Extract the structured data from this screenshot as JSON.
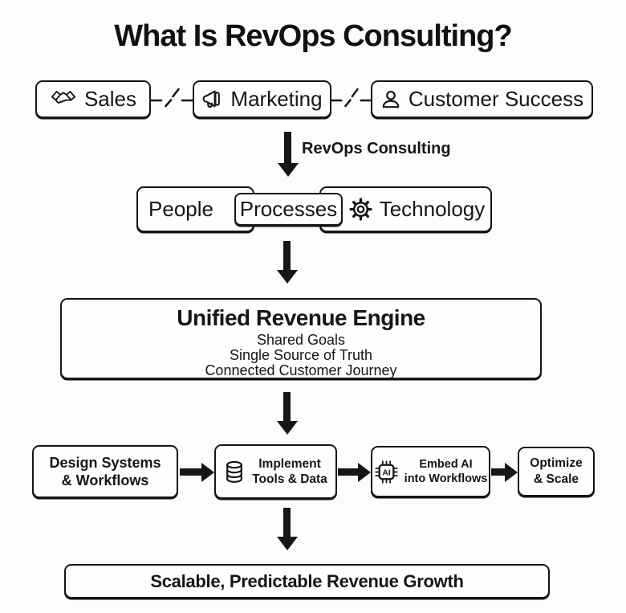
{
  "colors": {
    "background": "#fcfcfc",
    "ink": "#161616"
  },
  "title": "What Is RevOps Consulting?",
  "silos": {
    "items": [
      {
        "label": "Sales",
        "icon": "handshake-icon"
      },
      {
        "label": "Marketing",
        "icon": "megaphone-icon"
      },
      {
        "label": "Customer Success",
        "icon": "person-icon"
      }
    ],
    "connector": "broken-link"
  },
  "arrow_label": "RevOps Consulting",
  "pillars": {
    "people": "People",
    "processes": "Processes",
    "technology": "Technology"
  },
  "engine": {
    "title": "Unified Revenue Engine",
    "lines": [
      "Shared Goals",
      "Single Source of Truth",
      "Connected Customer Journey"
    ]
  },
  "steps": [
    {
      "line1": "Design Systems",
      "line2": "& Workflows"
    },
    {
      "line1": "Implement",
      "line2": "Tools & Data",
      "icon": "database-icon"
    },
    {
      "line1": "Embed AI",
      "line2": "into Workflows",
      "icon": "ai-chip-icon"
    },
    {
      "line1": "Optimize",
      "line2": "& Scale"
    }
  ],
  "outcome": "Scalable, Predictable Revenue Growth",
  "icons": {
    "ai_chip_label": "AI"
  }
}
